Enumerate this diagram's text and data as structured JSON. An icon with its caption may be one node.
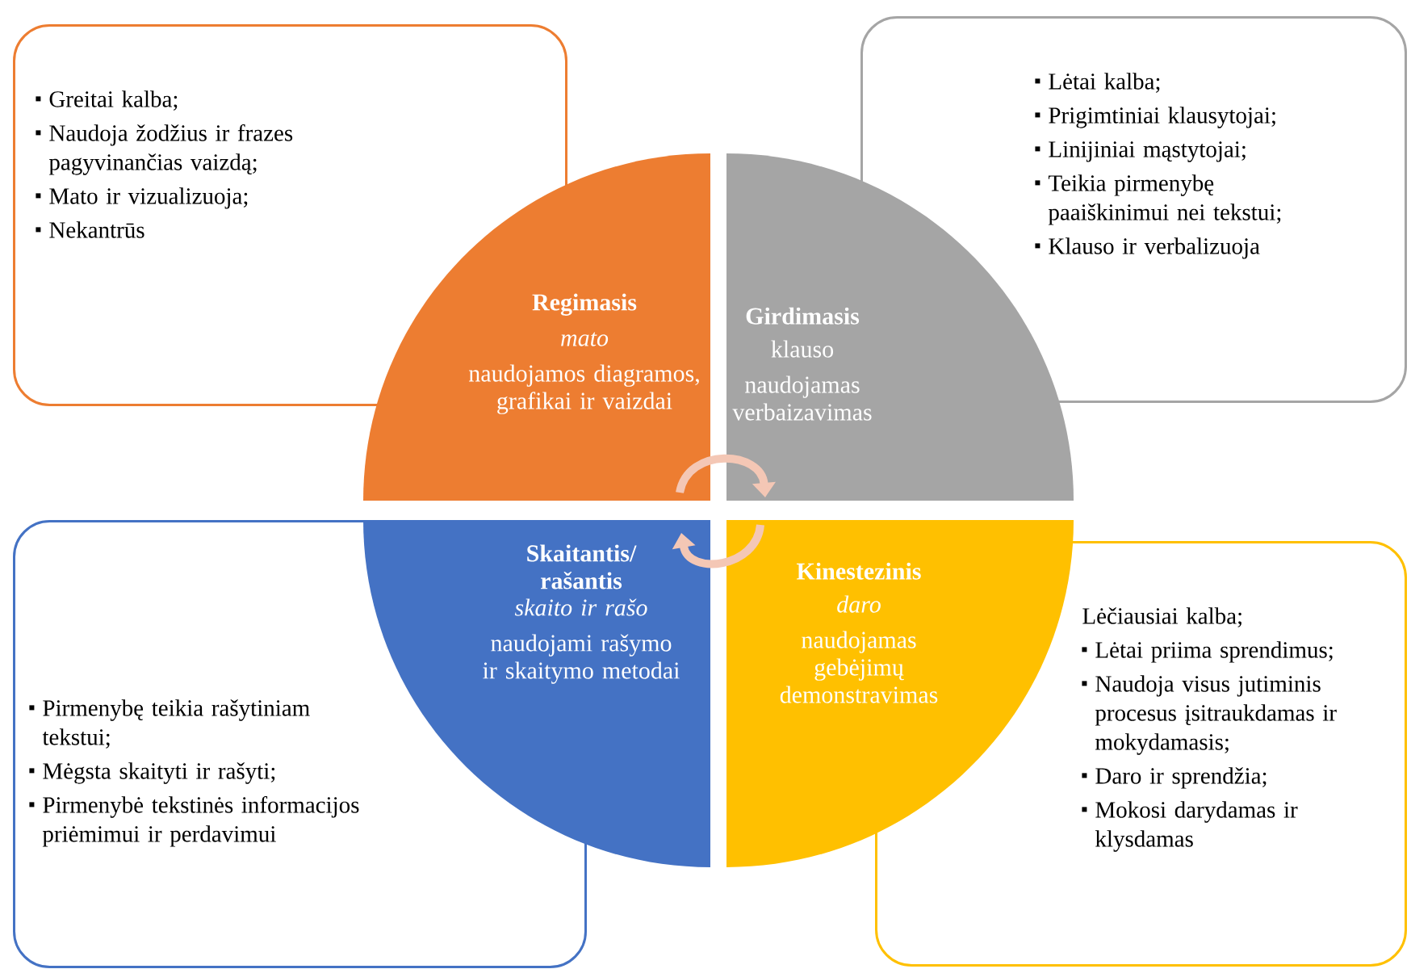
{
  "diagram": {
    "nodes": [
      {
        "text": [
          "Greitai kalba;",
          "Naudoja žodžius ir frazes pagyvinančias vaizdą;",
          "Mato ir vizualizuoja;",
          "Nekantrūs"
        ]
      },
      {
        "text": [
          "Lėtai kalba;",
          "Prigimtiniai klausytojai;",
          "Linijiniai mąstytojai;",
          "Teikia pirmenybę paaiškinimui nei tekstui;",
          "Klauso ir verbalizuoja"
        ]
      },
      {
        "text": [
          "Pirmenybę teikia rašytiniam tekstui;",
          "Mėgsta skaityti ir rašyti;",
          "Pirmenybė  tekstinės informacijos priėmimui ir perdavimui"
        ]
      },
      {
        "text": [
          "Lėčiausiai kalba;",
          "Lėtai priima sprendimus;",
          "Naudoja visus jutiminis procesus įsitraukdamas ir mokydamasis;",
          "Daro ir sprendžia;",
          "Mokosi darydamas ir klysdamas"
        ]
      },
      {
        "text": [
          "Regimasis",
          "mato",
          "naudojamos diagramos, grafikai ir vaizdai"
        ]
      },
      {
        "text": [
          "Girdimasis",
          "klauso",
          "naudojamas verbaizavimas"
        ]
      },
      {
        "text": [
          "Skaitantis/ rašantis",
          "skaito ir rašo",
          "naudojami rašymo ir skaitymo metodai"
        ]
      },
      {
        "text": [
          "Kinestezinis",
          "daro",
          "naudojamas gebėjimų demonstravimas"
        ]
      }
    ],
    "edges": [
      {
        "from": 4,
        "to": 5,
        "arrow": "to"
      },
      {
        "from": 7,
        "to": 6,
        "arrow": "to"
      }
    ]
  }
}
